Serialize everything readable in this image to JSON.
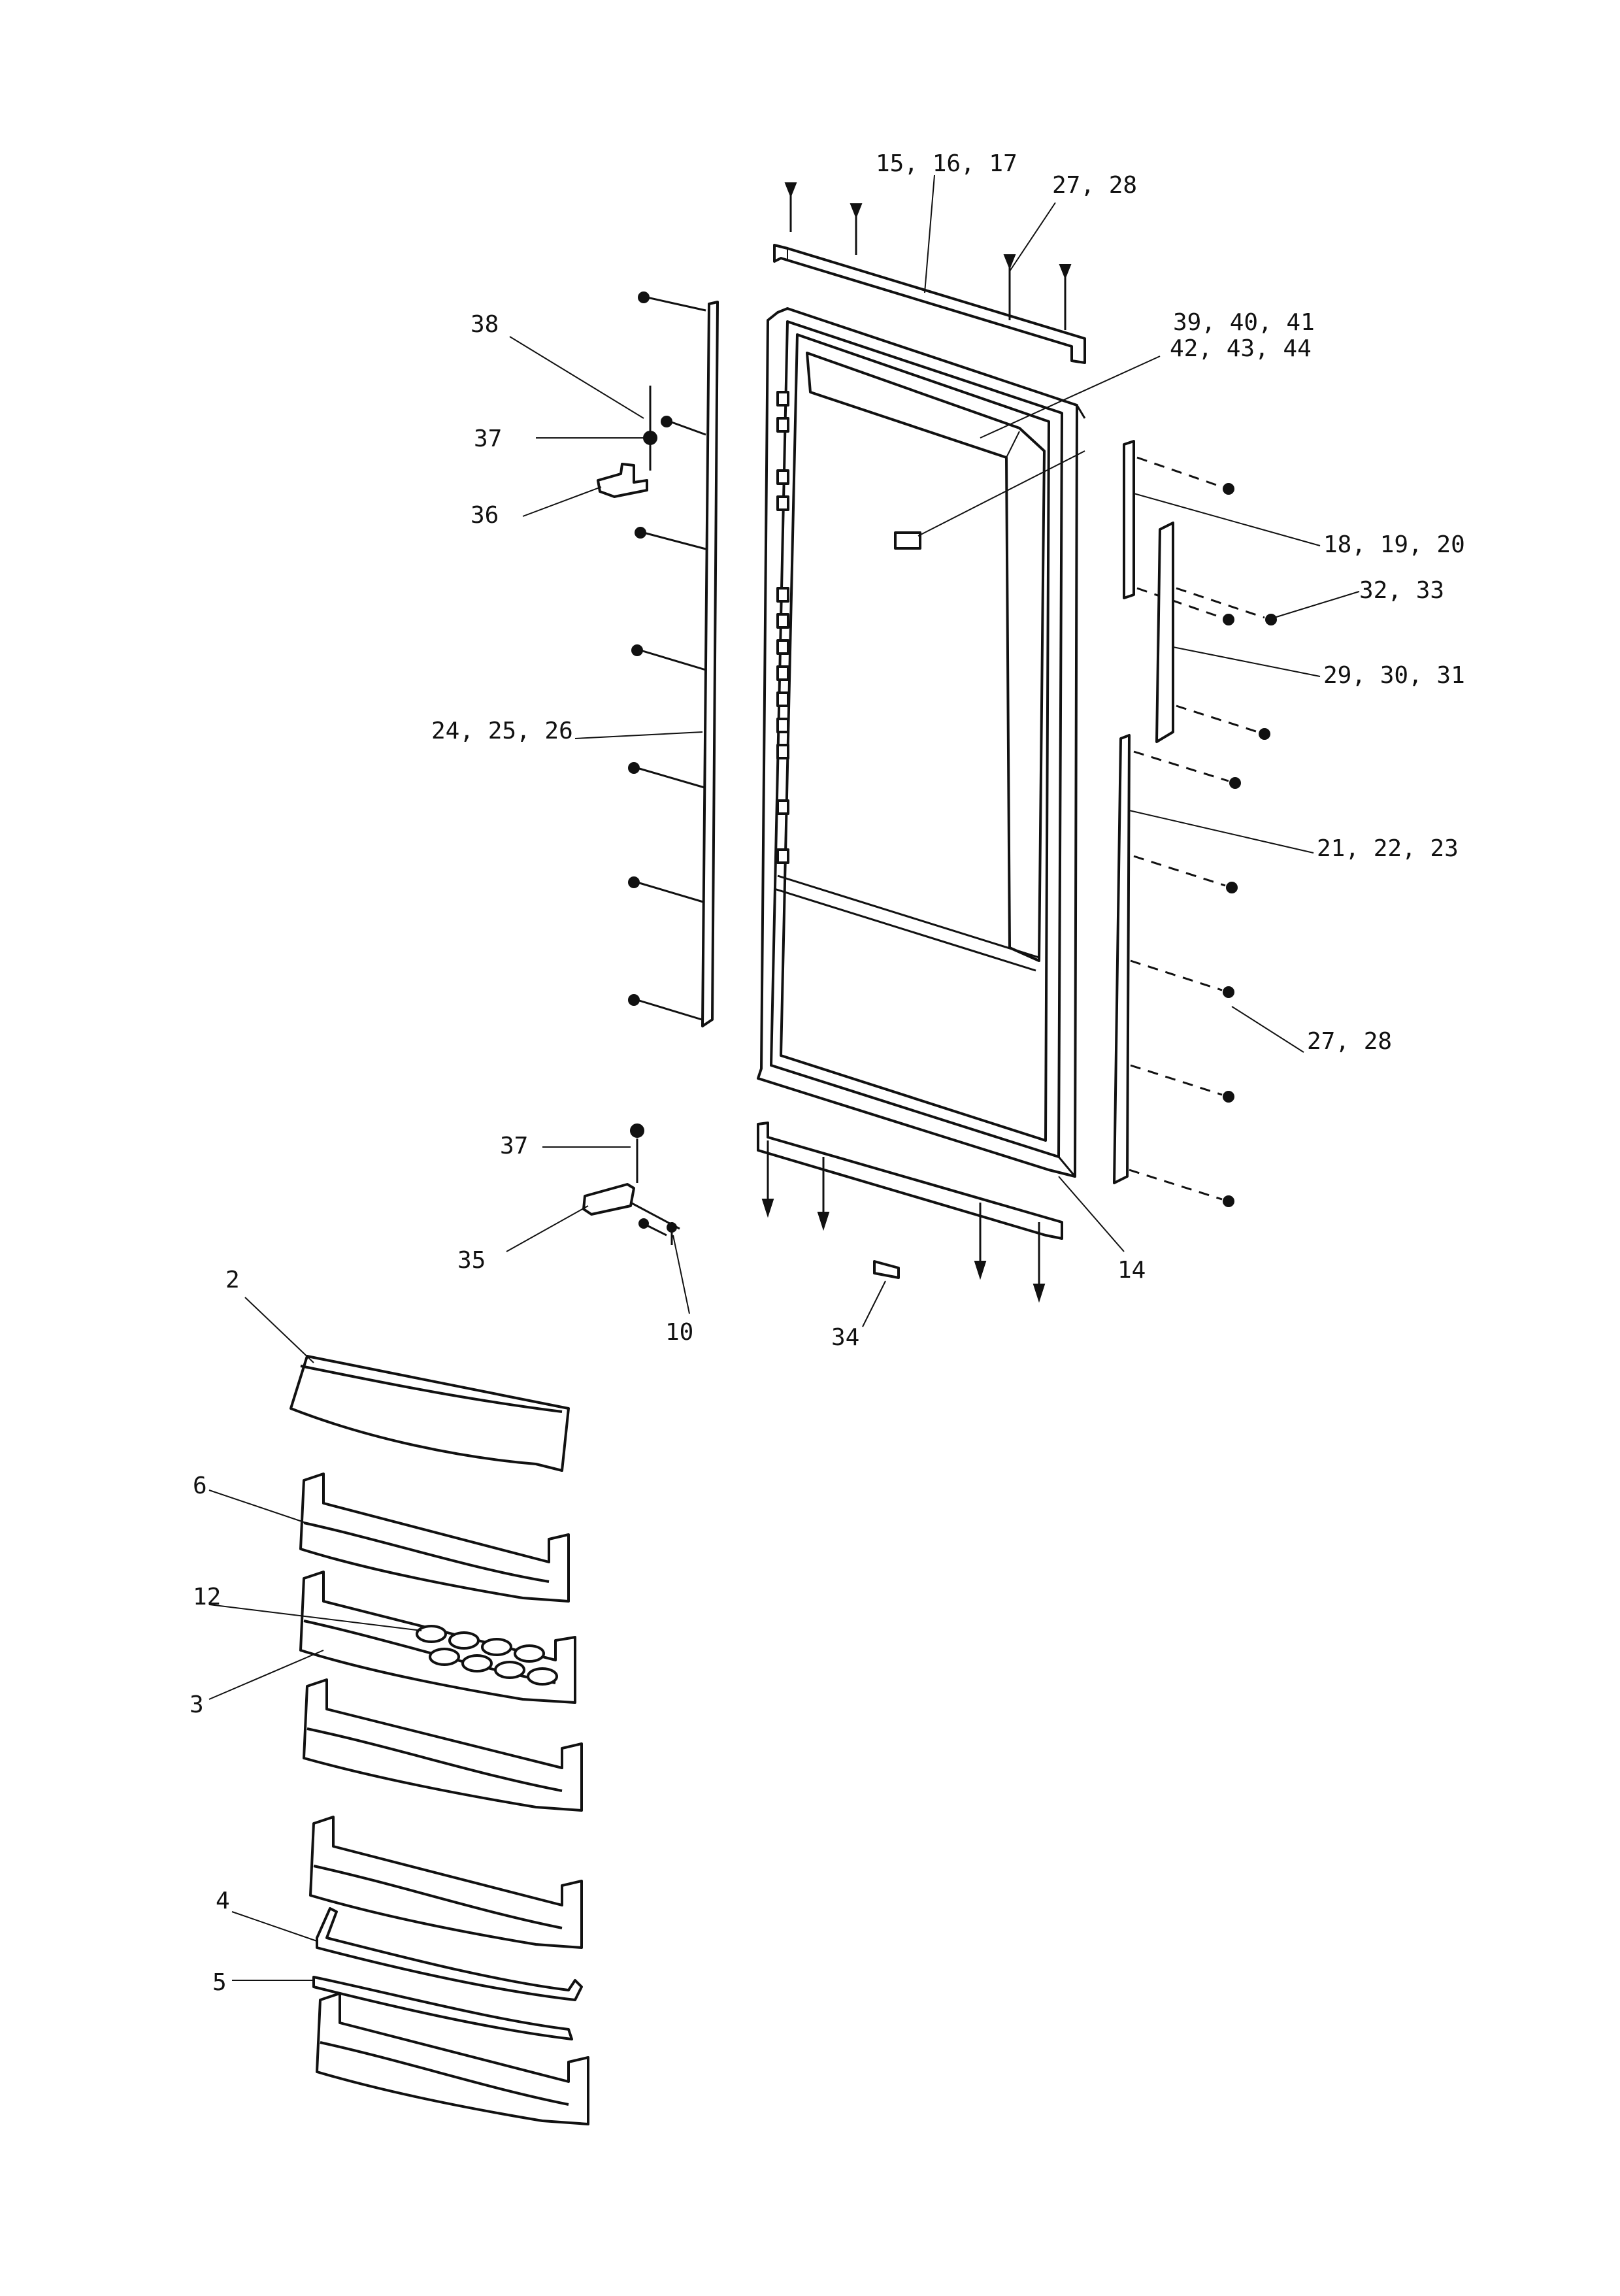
{
  "callouts": {
    "c_15_16_17": "15, 16, 17",
    "c_27_28_top": "27, 28",
    "c_39_40_41": "39, 40, 41",
    "c_42_43_44": "42, 43, 44",
    "c_38": "38",
    "c_37_top": "37",
    "c_36": "36",
    "c_18_19_20": "18, 19, 20",
    "c_32_33": "32, 33",
    "c_29_30_31": "29, 30, 31",
    "c_24_25_26": "24, 25, 26",
    "c_21_22_23": "21, 22, 23",
    "c_27_28_bottom": "27, 28",
    "c_37_bottom": "37",
    "c_35": "35",
    "c_10": "10",
    "c_34": "34",
    "c_14": "14",
    "c_2": "2",
    "c_6": "6",
    "c_12": "12",
    "c_3": "3",
    "c_4": "4",
    "c_5": "5"
  }
}
